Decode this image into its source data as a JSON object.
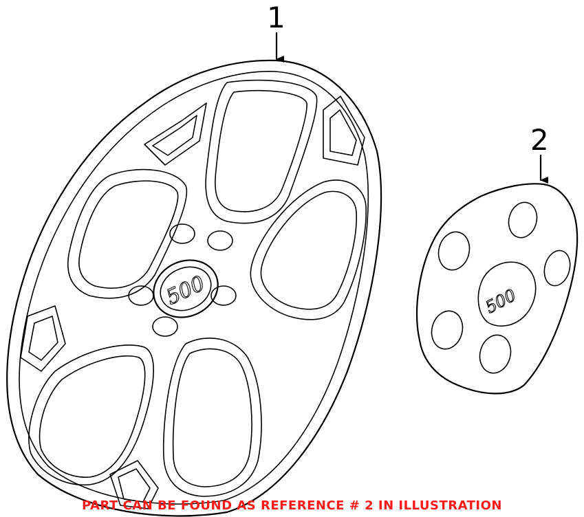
{
  "callouts": {
    "part1": "1",
    "part2": "2"
  },
  "wheel_cover_logo": "500",
  "center_cap_logo": "500",
  "note": {
    "text": "PART CAN BE FOUND AS REFERENCE # 2 IN ILLUSTRATION",
    "color": "#ff1a1a"
  }
}
